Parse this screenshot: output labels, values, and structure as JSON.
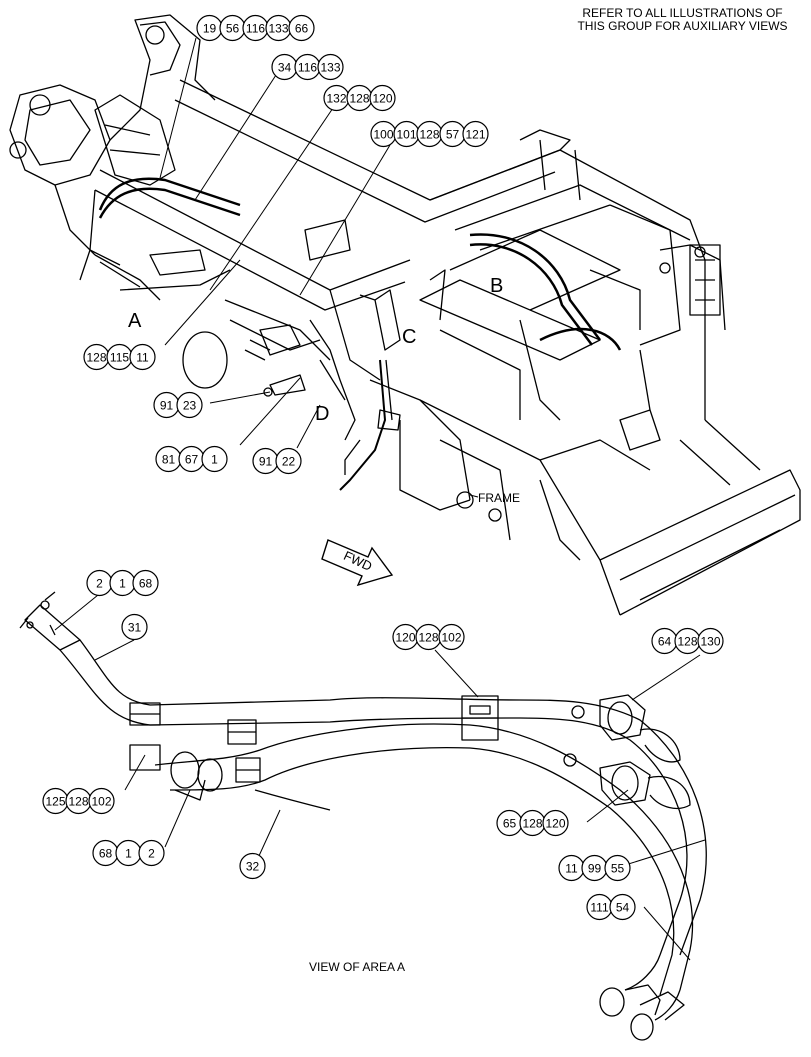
{
  "header_note": [
    "REFER TO ALL ILLUSTRATIONS OF",
    "THIS GROUP FOR AUXILIARY VIEWS"
  ],
  "area_labels": {
    "a": "A",
    "b": "B",
    "c": "C",
    "d": "D"
  },
  "frame_label": "FRAME",
  "fwd_label": "FWD",
  "view_caption": "VIEW OF AREA A",
  "callouts": {
    "c1": [
      "19",
      "56",
      "116",
      "133",
      "66"
    ],
    "c2": [
      "34",
      "116",
      "133"
    ],
    "c3": [
      "132",
      "128",
      "120"
    ],
    "c4": [
      "100",
      "101",
      "128",
      "57",
      "121"
    ],
    "c5": [
      "128",
      "115",
      "11"
    ],
    "c6": [
      "91",
      "23"
    ],
    "c7": [
      "81",
      "67",
      "1"
    ],
    "c8": [
      "91",
      "22"
    ],
    "c9": [
      "2",
      "1",
      "68"
    ],
    "c10": [
      "31"
    ],
    "c11": [
      "120",
      "128",
      "102"
    ],
    "c12": [
      "64",
      "128",
      "130"
    ],
    "c13": [
      "125",
      "128",
      "102"
    ],
    "c14": [
      "65",
      "128",
      "120"
    ],
    "c15": [
      "68",
      "1",
      "2"
    ],
    "c16": [
      "32"
    ],
    "c17": [
      "11",
      "99",
      "55"
    ],
    "c18": [
      "111",
      "54"
    ]
  },
  "colors": {
    "ink": "#000000",
    "paper": "#ffffff"
  }
}
